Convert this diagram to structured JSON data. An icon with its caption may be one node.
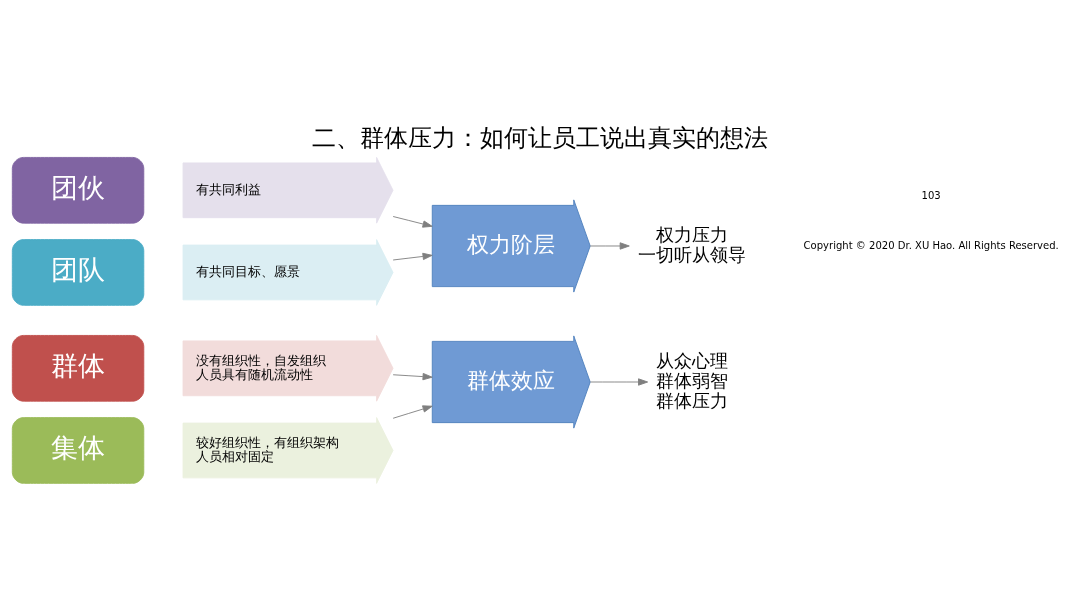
{
  "diagram": {
    "title": "二、群体压力：如何让员工说出真实的想法",
    "nodes": [
      {
        "text": [
          "群体"
        ]
      },
      {
        "text": [
          "没有组织性，自发组织",
          "人员具有随机流动性"
        ]
      },
      {
        "text": [
          "集体"
        ]
      },
      {
        "text": [
          "较好组织性，有组织架构",
          "人员相对固定"
        ]
      },
      {
        "text": [
          "团伙"
        ]
      },
      {
        "text": [
          "有共同利益"
        ]
      },
      {
        "text": [
          "团队"
        ]
      },
      {
        "text": [
          "有共同目标、愿景"
        ]
      },
      {
        "text": [
          "群体效应"
        ]
      },
      {
        "text": [
          "权力阶层"
        ]
      },
      {
        "text": [
          "从众心理",
          "群体弱智",
          "群体压力"
        ]
      },
      {
        "text": [
          "权力压力",
          "一切听从领导"
        ]
      }
    ],
    "edges": [
      {
        "from": 1,
        "to": 8,
        "arrow": "to"
      },
      {
        "from": 3,
        "to": 8,
        "arrow": "to"
      },
      {
        "from": 5,
        "to": 9,
        "arrow": "to"
      },
      {
        "from": 7,
        "to": 9,
        "arrow": "to"
      },
      {
        "from": 8,
        "to": 10,
        "arrow": "to"
      },
      {
        "from": 9,
        "to": 11,
        "arrow": "to"
      }
    ],
    "labels": [
      "Copyright © 2020 Dr. XU Hao. All Rights Reserved.",
      "103"
    ]
  }
}
